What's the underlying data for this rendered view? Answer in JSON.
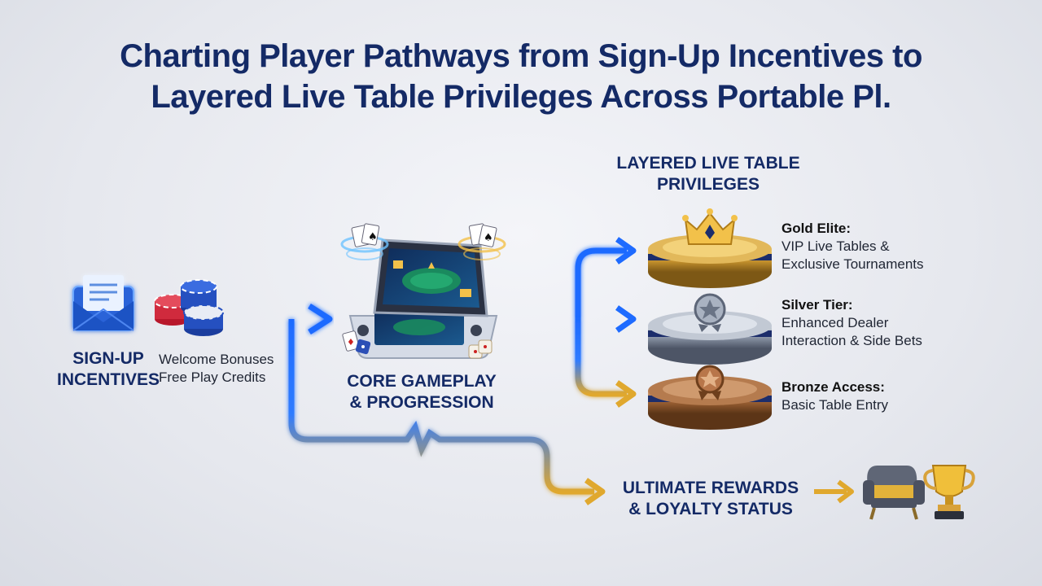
{
  "title": {
    "line1": "Charting Player Pathways from Sign-Up Incentives to",
    "line2": "Layered Live Table Privileges Across Portable Pl."
  },
  "signup": {
    "heading_line1": "SIGN-UP",
    "heading_line2": "INCENTIVES",
    "detail_line1": "Welcome Bonuses",
    "detail_line2": "Free Play Credits"
  },
  "core": {
    "heading_line1": "CORE GAMEPLAY",
    "heading_line2": "& PROGRESSION"
  },
  "privileges": {
    "heading_line1": "LAYERED LIVE TABLE",
    "heading_line2": "PRIVILEGES",
    "tiers": [
      {
        "name": "Gold Elite:",
        "desc_line1": "VIP Live Tables &",
        "desc_line2": "Exclusive Tournaments"
      },
      {
        "name": "Silver Tier:",
        "desc_line1": "Enhanced Dealer",
        "desc_line2": "Interaction & Side Bets"
      },
      {
        "name": "Bronze Access:",
        "desc_line1": "Basic Table Entry",
        "desc_line2": ""
      }
    ]
  },
  "rewards": {
    "heading_line1": "ULTIMATE REWARDS",
    "heading_line2": "& LOYALTY STATUS"
  },
  "colors": {
    "title": "#142a66",
    "flow_blue": "#1e6bff",
    "flow_gold": "#e0a82e",
    "gold": "#d8a93a",
    "silver": "#8a95a6",
    "bronze": "#a4683a"
  },
  "icons": [
    "envelope-icon",
    "poker-chips-icon",
    "handheld-console-icon",
    "playing-cards-icon",
    "dice-icon",
    "crown-icon",
    "star-badge-icon",
    "armchair-icon",
    "trophy-icon"
  ]
}
